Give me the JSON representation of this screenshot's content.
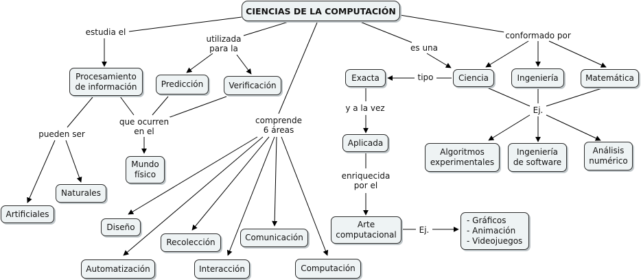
{
  "title": "CIENCIAS DE LA COMPUTACIÓN",
  "nodes": {
    "procesamiento": "Procesamiento\nde información",
    "prediccion": "Predicción",
    "verificacion": "Verificación",
    "mundo_fisico": "Mundo\nfísico",
    "naturales": "Naturales",
    "artificiales": "Artificiales",
    "diseno": "Diseño",
    "recoleccion": "Recolección",
    "comunicacion": "Comunicación",
    "automatizacion": "Automatización",
    "interaccion": "Interacción",
    "computacion": "Computación",
    "exacta": "Exacta",
    "aplicada": "Aplicada",
    "arte": "Arte\ncomputacional",
    "ejemplos_arte": "- Gráficos\n- Animación\n- Videojuegos",
    "ciencia": "Ciencia",
    "ingenieria": "Ingeniería",
    "matematica": "Matemática",
    "algoritmos": "Algoritmos\nexperimentales",
    "ing_software": "Ingeniería\nde software",
    "analisis": "Análisis\nnumérico"
  },
  "links": {
    "estudia": "estudia el",
    "utilizada": "utilizada\npara la",
    "que_ocurren": "que ocurren\nen el",
    "pueden_ser": "pueden ser",
    "comprende": "comprende\n6 áreas",
    "es_una": "es una",
    "conformado": "conformado por",
    "tipo": "tipo",
    "y_a_la_vez": "y a la vez",
    "enriquecida": "enriquecida\npor el",
    "ej_arte": "Ej.",
    "ej_ciencia": "Ej."
  }
}
